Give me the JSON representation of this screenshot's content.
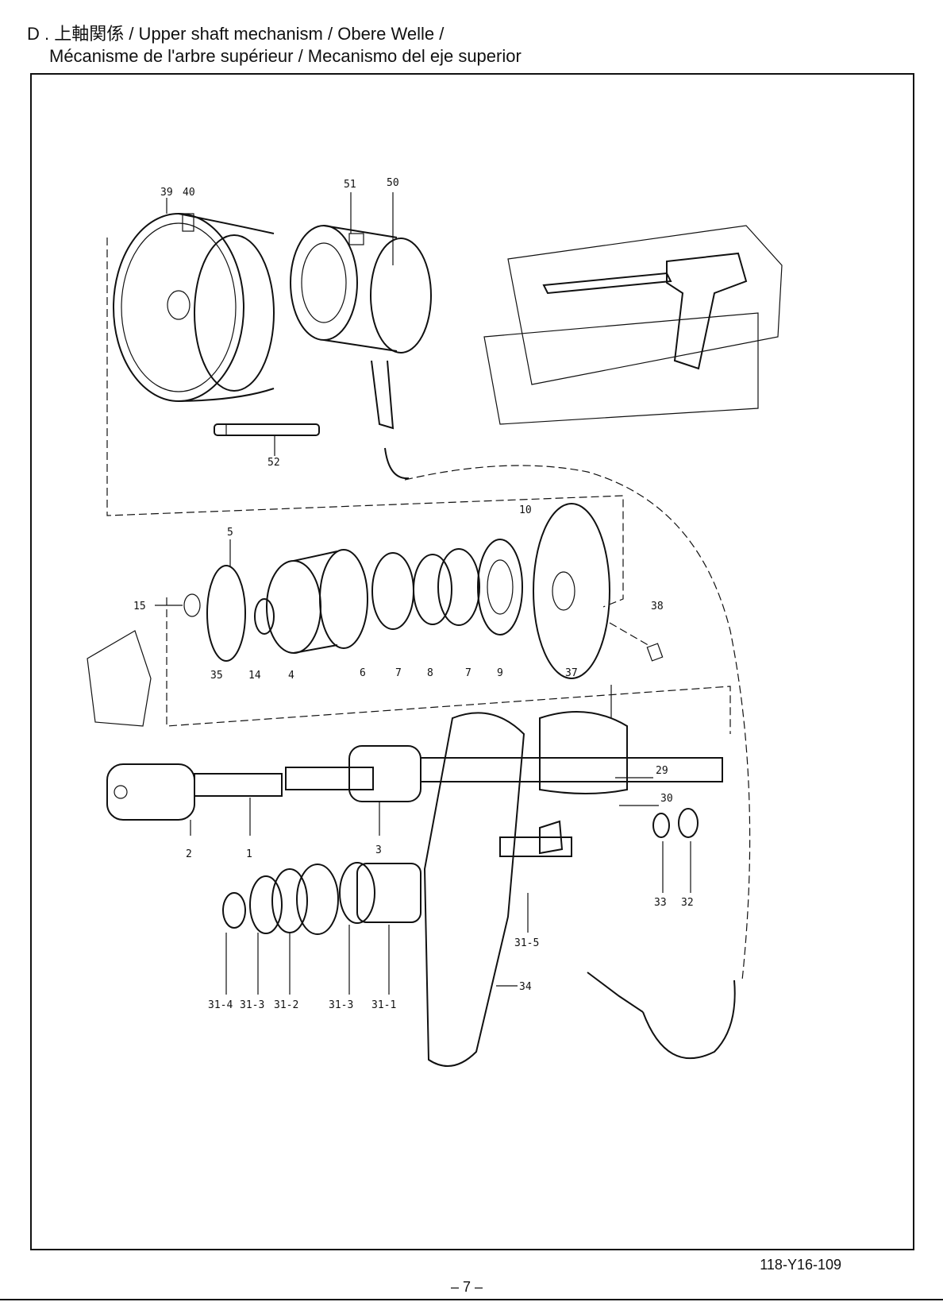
{
  "header": {
    "title_line1": "D . 上軸関係 / Upper shaft mechanism / Obere Welle /",
    "title_line2": "Mécanisme de l'arbre supérieur / Mecanismo del eje superior"
  },
  "diagram": {
    "part_labels": [
      "39",
      "40",
      "51",
      "50",
      "52",
      "5",
      "10",
      "15",
      "14",
      "4",
      "6",
      "7",
      "8",
      "7",
      "9",
      "37",
      "38",
      "35",
      "29",
      "30",
      "2",
      "1",
      "3",
      "33",
      "32",
      "31-5",
      "34",
      "31-4",
      "31-3",
      "31-2",
      "31-3",
      "31-1"
    ]
  },
  "footer": {
    "drawing_code": "118-Y16-109",
    "page_number": "– 7 –"
  }
}
